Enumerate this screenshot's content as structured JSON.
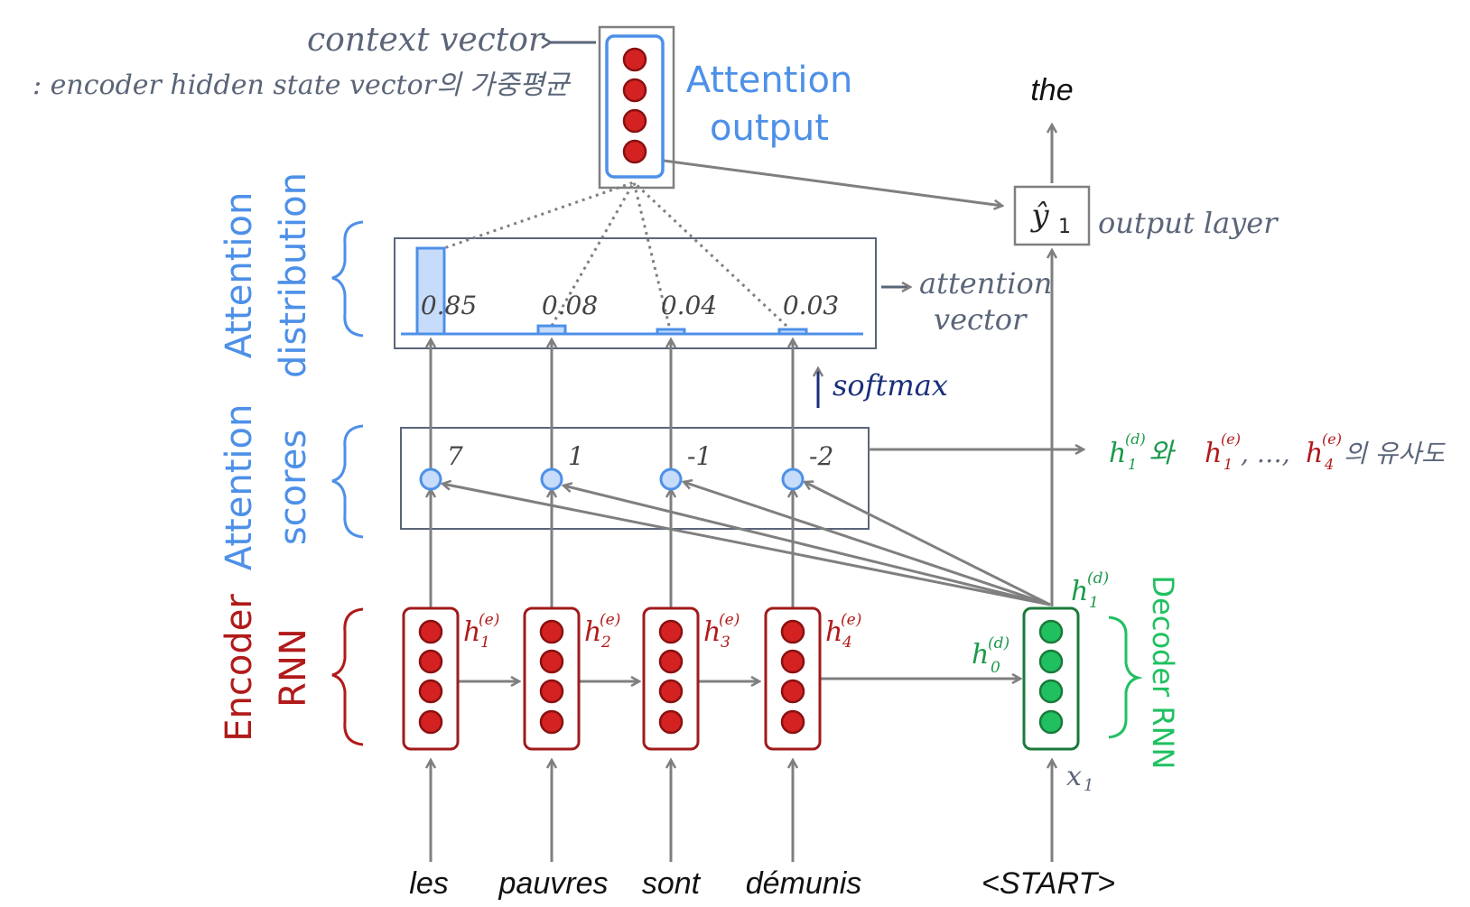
{
  "colors": {
    "gray": "#7f7f7f",
    "blue": "#4d90e8",
    "red": "#b11a1a",
    "green": "#1a9a4a",
    "bright_green": "#20c060",
    "hand_gray": "#5a6578",
    "navy": "#1a2f7a"
  },
  "labels": {
    "encoder_rnn": [
      "Encoder",
      "RNN"
    ],
    "attention_scores": [
      "Attention",
      "scores"
    ],
    "attention_distribution": [
      "Attention",
      "distribution"
    ],
    "attention_output": [
      "Attention",
      "output"
    ],
    "decoder_rnn": "Decoder RNN"
  },
  "annotations": {
    "context_vector": "context vector",
    "context_desc": ": encoder hidden state vector의 가중평균",
    "attention_vector": [
      "attention",
      "vector"
    ],
    "softmax": "softmax",
    "output_layer": "output layer",
    "similarity_hd": "h",
    "similarity_hd_sup": "(d)",
    "similarity_hd_sub": "1",
    "similarity_wa": "와",
    "similarity_he1": "h",
    "similarity_he1_sup": "(e)",
    "similarity_he1_sub": "1",
    "similarity_dots": ", …, ",
    "similarity_he4": "h",
    "similarity_he4_sup": "(e)",
    "similarity_he4_sub": "4",
    "similarity_tail": "의 유사도"
  },
  "encoder": {
    "words": [
      "les",
      "pauvres",
      "sont",
      "démunis"
    ],
    "hidden_labels": [
      {
        "base": "h",
        "sup": "(e)",
        "sub": "1"
      },
      {
        "base": "h",
        "sup": "(e)",
        "sub": "2"
      },
      {
        "base": "h",
        "sup": "(e)",
        "sub": "3"
      },
      {
        "base": "h",
        "sup": "(e)",
        "sub": "4"
      }
    ]
  },
  "decoder": {
    "input_word": "<START>",
    "input_label": "x",
    "input_label_sub": "1",
    "h0": {
      "base": "h",
      "sup": "(d)",
      "sub": "0"
    },
    "h1": {
      "base": "h",
      "sup": "(d)",
      "sub": "1"
    },
    "output_word": "the",
    "output_symbol": "ŷ",
    "output_symbol_sub": "1"
  },
  "chart_data": {
    "type": "bar",
    "categories": [
      "les",
      "pauvres",
      "sont",
      "démunis"
    ],
    "scores": [
      "7",
      "1",
      "-1",
      "-2"
    ],
    "values": [
      0.85,
      0.08,
      0.04,
      0.03
    ],
    "value_labels": [
      "0.85",
      "0.08",
      "0.04",
      "0.03"
    ]
  }
}
